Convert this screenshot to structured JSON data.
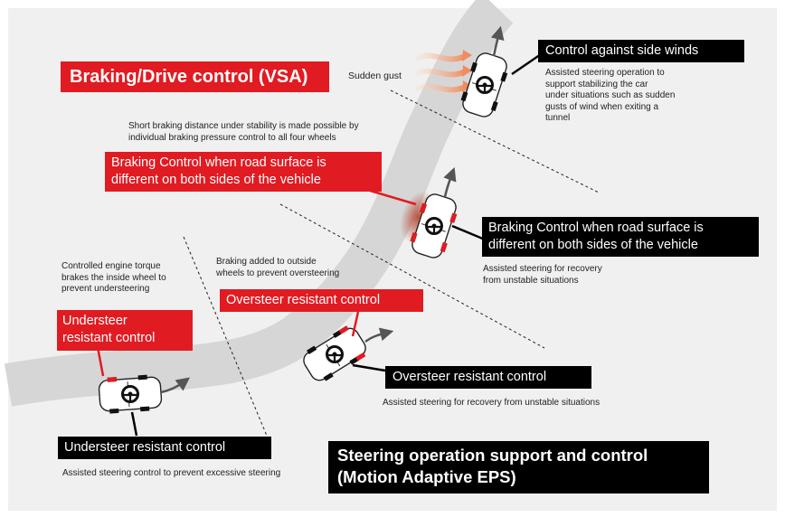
{
  "labels": {
    "vsa_title": "Braking/Drive control (VSA)",
    "eps_title": "Steering operation support and control\n(Motion Adaptive EPS)",
    "side_winds": "Control against side winds",
    "braking_red": "Braking Control when road surface is\ndifferent on both sides of the vehicle",
    "braking_black": "Braking Control when road surface is\ndifferent on both sides of the vehicle",
    "oversteer_red": "Oversteer resistant control",
    "oversteer_black": "Oversteer resistant control",
    "understeer_red": "Understeer\nresistant control",
    "understeer_black": "Understeer resistant control"
  },
  "texts": {
    "sudden_gust": "Sudden gust",
    "side_winds_desc": "Assisted steering operation to\nsupport stabilizing the car\nunder situations such as sudden\ngusts of wind when exiting a\ntunnel",
    "short_braking": "Short braking distance under stability is made possible by\nindividual braking pressure control to all four wheels",
    "recovery_desc": "Assisted steering for recovery\nfrom unstable situations",
    "engine_torque": "Controlled engine torque\nbrakes the inside wheel to\nprevent understeering",
    "braking_added": "Braking added to outside\nwheels to prevent oversteering",
    "oversteer_desc": "Assisted steering for recovery from unstable situations",
    "understeer_desc": "Assisted steering control to prevent excessive steering"
  },
  "colors": {
    "accent_red": "#e11b22",
    "label_black": "#000000",
    "road_gray": "#d6d6d6",
    "background": "#f0f0f0",
    "gust_orange": "#f08c5e"
  },
  "icons": [
    "car-icon",
    "steering-wheel-icon",
    "direction-arrow-icon",
    "wind-gust-icon"
  ]
}
